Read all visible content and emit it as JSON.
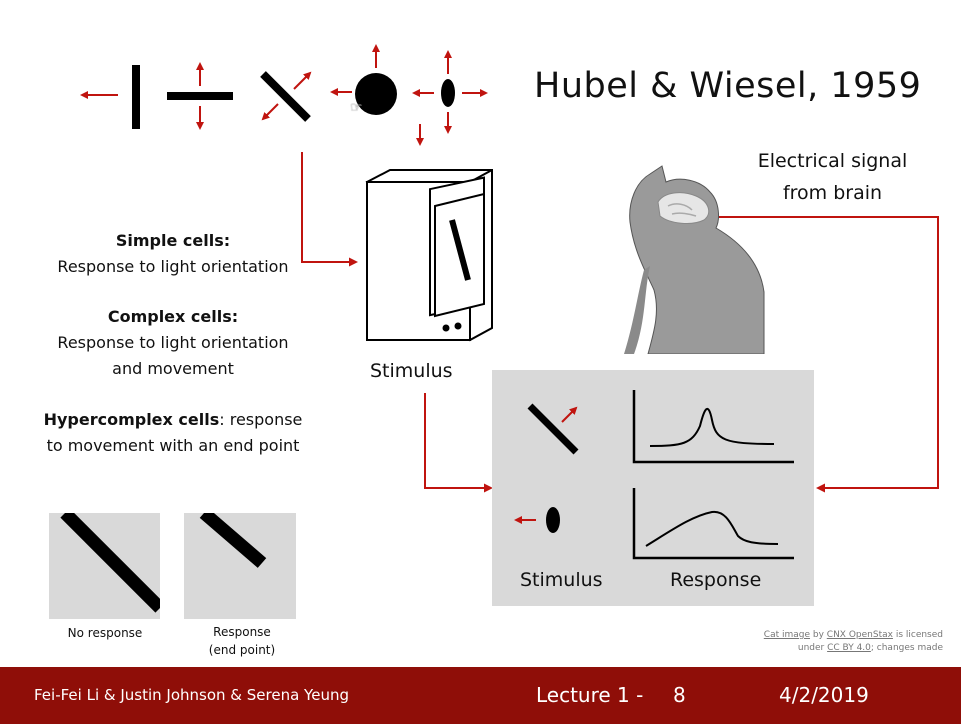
{
  "slide": {
    "title": "Hubel & Wiesel, 1959",
    "signal_label_line1": "Electrical signal",
    "signal_label_line2": "from brain",
    "simple_cells_title": "Simple cells",
    "simple_cells_desc": "Response to light orientation",
    "complex_cells_title": "Complex cells",
    "complex_cells_desc_line1": "Response to light orientation",
    "complex_cells_desc_line2": "and movement",
    "hypercomplex_title": "Hypercomplex cells",
    "hypercomplex_desc_line1": ": response",
    "hypercomplex_desc_line2": "to movement with an end point",
    "stimulus_label": "Stimulus",
    "panel_stimulus_label": "Stimulus",
    "panel_response_label": "Response",
    "no_response_label": "No response",
    "response_label_line1": "Response",
    "response_label_line2": "(end point)",
    "credit_line1_a": "Cat image",
    "credit_line1_b": " by ",
    "credit_line1_c": "CNX OpenStax",
    "credit_line1_d": " is licensed",
    "credit_line2_a": "under ",
    "credit_line2_b": "CC BY 4.0",
    "credit_line2_c": "; changes made",
    "arrow_color": "#c0140f",
    "panel_bg": "#d9d9d9"
  },
  "footer": {
    "authors": "Fei-Fei Li & Justin Johnson & Serena Yeung",
    "lecture": "Lecture 1 -",
    "page": "8",
    "date": "4/2/2019",
    "bg_color": "#8f0e08"
  }
}
